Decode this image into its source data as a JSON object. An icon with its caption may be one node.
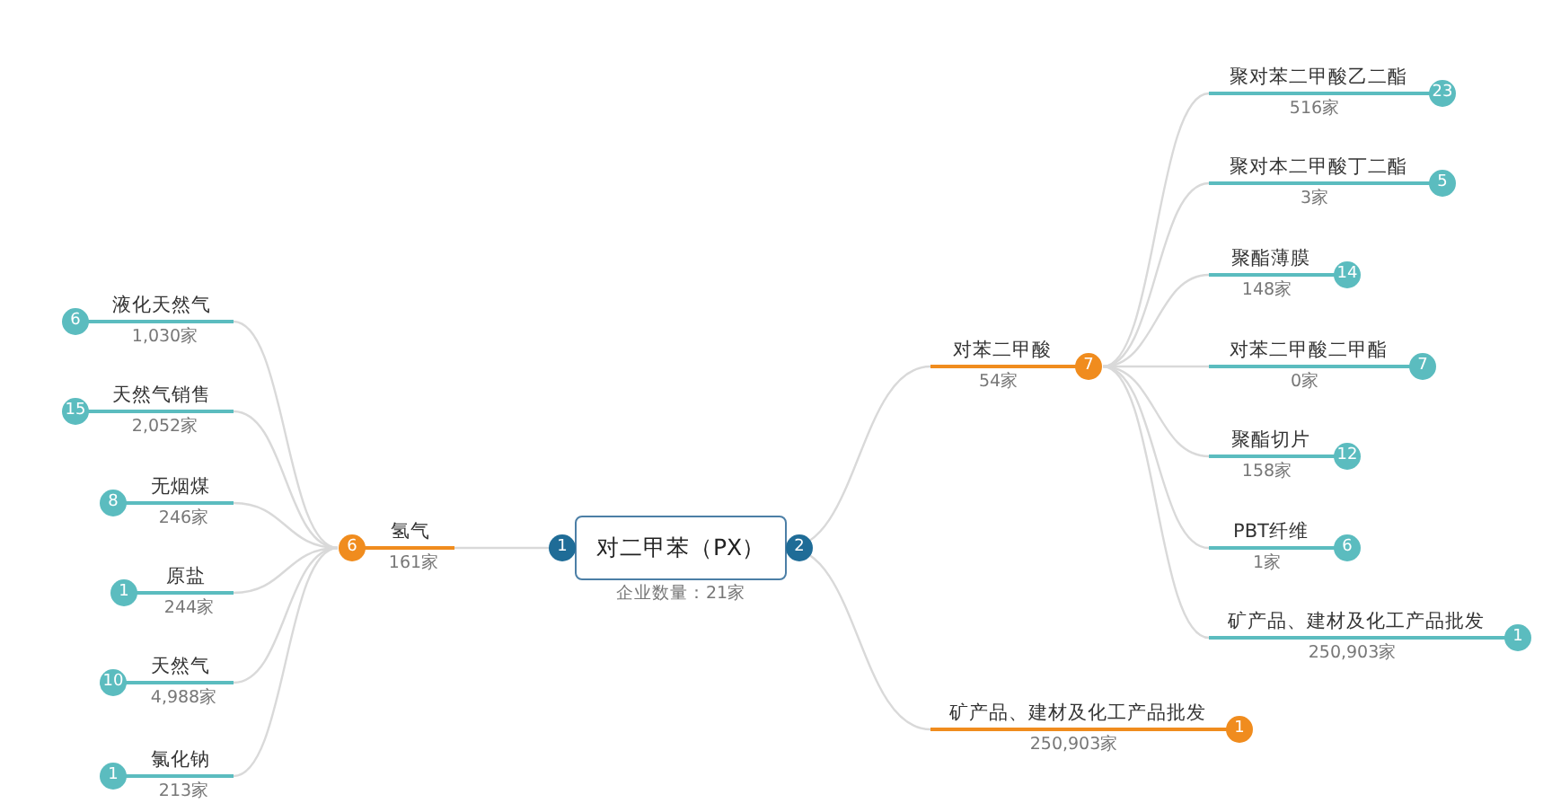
{
  "diagram": {
    "nodes": [
      {
        "text": [
          "对二甲苯（PX）"
        ],
        "beside": [
          "1",
          "2",
          "企业数量：21家"
        ]
      },
      {
        "text": [
          "氢气",
          "161家",
          "6"
        ]
      },
      {
        "text": [
          "液化天然气",
          "1,030家",
          "6"
        ]
      },
      {
        "text": [
          "天然气销售",
          "2,052家",
          "15"
        ]
      },
      {
        "text": [
          "无烟煤",
          "246家",
          "8"
        ]
      },
      {
        "text": [
          "原盐",
          "244家",
          "1"
        ]
      },
      {
        "text": [
          "天然气",
          "4,988家",
          "10"
        ]
      },
      {
        "text": [
          "氯化钠",
          "213家",
          "1"
        ]
      },
      {
        "text": [
          "对苯二甲酸",
          "54家",
          "7"
        ]
      },
      {
        "text": [
          "聚对苯二甲酸乙二酯",
          "516家",
          "23"
        ]
      },
      {
        "text": [
          "聚对本二甲酸丁二酯",
          "3家",
          "5"
        ]
      },
      {
        "text": [
          "聚酯薄膜",
          "148家",
          "14"
        ]
      },
      {
        "text": [
          "对苯二甲酸二甲酯",
          "0家",
          "7"
        ]
      },
      {
        "text": [
          "聚酯切片",
          "158家",
          "12"
        ]
      },
      {
        "text": [
          "PBT纤维",
          "1家",
          "6"
        ]
      },
      {
        "text": [
          "矿产品、建材及化工产品批发",
          "250,903家",
          "1"
        ]
      },
      {
        "text": [
          "矿产品、建材及化工产品批发",
          "250,903家",
          "1"
        ]
      }
    ],
    "edges": [
      {
        "from": 0,
        "to": 1,
        "arrow": "none"
      },
      {
        "from": 1,
        "to": 2,
        "arrow": "none"
      },
      {
        "from": 1,
        "to": 3,
        "arrow": "none"
      },
      {
        "from": 1,
        "to": 4,
        "arrow": "none"
      },
      {
        "from": 1,
        "to": 5,
        "arrow": "none"
      },
      {
        "from": 1,
        "to": 6,
        "arrow": "none"
      },
      {
        "from": 1,
        "to": 7,
        "arrow": "none"
      },
      {
        "from": 0,
        "to": 8,
        "arrow": "none"
      },
      {
        "from": 8,
        "to": 9,
        "arrow": "none"
      },
      {
        "from": 8,
        "to": 10,
        "arrow": "none"
      },
      {
        "from": 8,
        "to": 11,
        "arrow": "none"
      },
      {
        "from": 8,
        "to": 12,
        "arrow": "none"
      },
      {
        "from": 8,
        "to": 13,
        "arrow": "none"
      },
      {
        "from": 8,
        "to": 14,
        "arrow": "none"
      },
      {
        "from": 8,
        "to": 15,
        "arrow": "none"
      },
      {
        "from": 0,
        "to": 16,
        "arrow": "none"
      }
    ]
  }
}
